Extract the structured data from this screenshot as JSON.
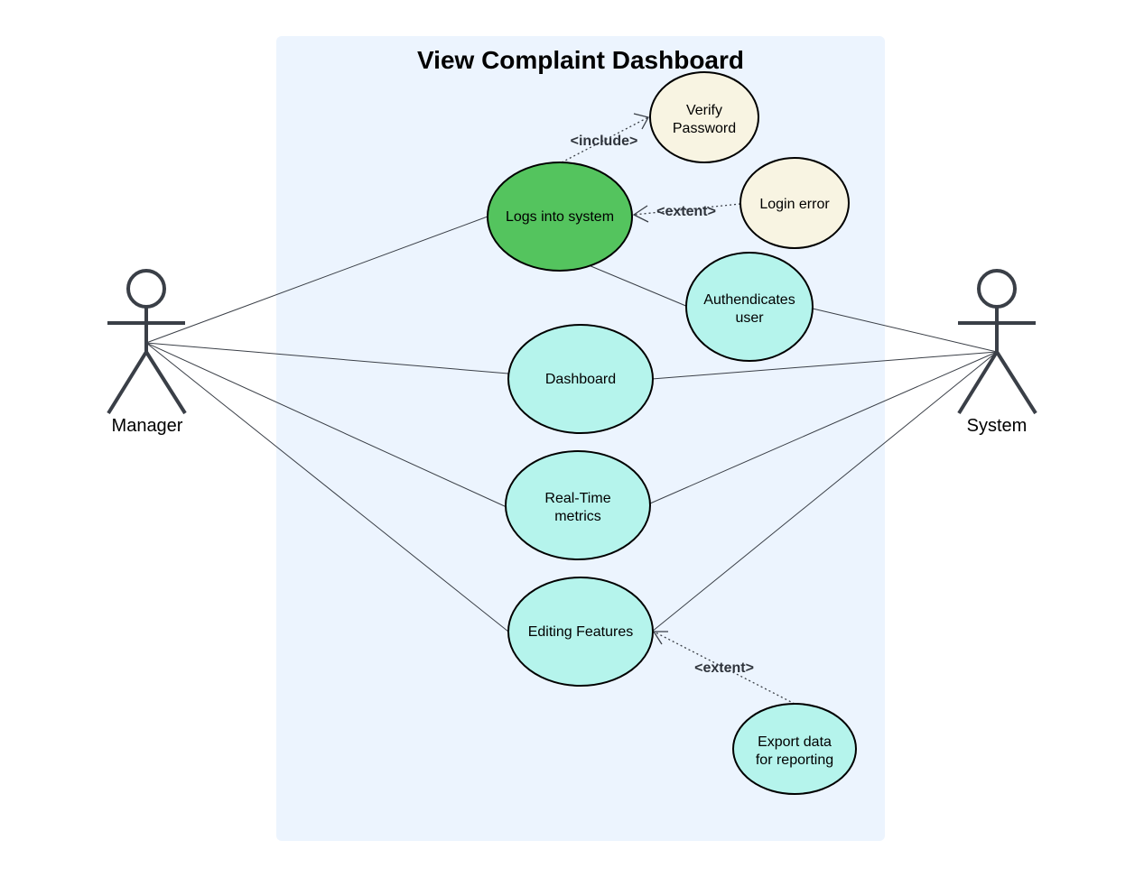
{
  "title": "View Complaint Dashboard",
  "colors": {
    "boundary_fill": "#ecf4fe",
    "primary_use_case": "#54c45e",
    "use_case": "#b5f4ec",
    "auxiliary_use_case": "#f8f4e2",
    "line": "#3a3f47"
  },
  "actors": {
    "manager": {
      "label": "Manager"
    },
    "system": {
      "label": "System"
    }
  },
  "use_cases": {
    "verify_password": {
      "lines": [
        "Verify",
        "Password"
      ]
    },
    "login_error": {
      "lines": [
        "Login error"
      ]
    },
    "logs_into_system": {
      "lines": [
        "Logs into system"
      ]
    },
    "authenticates_user": {
      "lines": [
        "Authendicates",
        "user"
      ]
    },
    "dashboard": {
      "lines": [
        "Dashboard"
      ]
    },
    "real_time_metrics": {
      "lines": [
        "Real-Time",
        "metrics"
      ]
    },
    "editing_features": {
      "lines": [
        "Editing Features"
      ]
    },
    "export_data": {
      "lines": [
        "Export data",
        "for reporting"
      ]
    }
  },
  "relationships": {
    "include_label": "<include>",
    "extent_login_label": "<extent>",
    "extent_export_label": "<extent>"
  }
}
